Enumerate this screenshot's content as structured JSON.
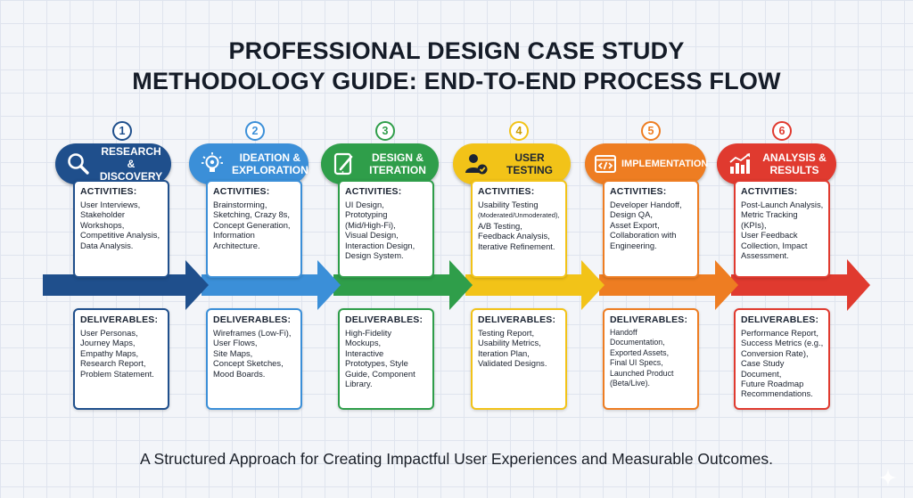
{
  "title": {
    "line1": "PROFESSIONAL DESIGN CASE STUDY",
    "line2": "METHODOLOGY GUIDE: END-TO-END PROCESS FLOW"
  },
  "subtitle": "A Structured Approach for Creating Impactful User Experiences and Measurable Outcomes.",
  "steps": [
    {
      "number": "1",
      "label": "RESEARCH &\nDISCOVERY",
      "icon": "magnifier-icon",
      "color": "#1f4f8c",
      "activities_heading": "ACTIVITIES:",
      "activities": "User Interviews,\nStakeholder Workshops,\nCompetitive Analysis,\nData Analysis.",
      "deliverables_heading": "DELIVERABLES:",
      "deliverables": "User Personas,\nJourney Maps,\nEmpathy Maps,\nResearch Report,\nProblem Statement."
    },
    {
      "number": "2",
      "label": "IDEATION &\nEXPLORATION",
      "icon": "lightbulb-gear-icon",
      "color": "#3b8fd8",
      "activities_heading": "ACTIVITIES:",
      "activities": "Brainstorming,\nSketching, Crazy 8s,\nConcept Generation,\nInformation\nArchitecture.",
      "deliverables_heading": "DELIVERABLES:",
      "deliverables": "Wireframes (Low-Fi),\nUser Flows,\nSite Maps,\nConcept Sketches,\nMood Boards."
    },
    {
      "number": "3",
      "label": "DESIGN &\nITERATION",
      "icon": "tablet-pen-icon",
      "color": "#2f9e4a",
      "activities_heading": "ACTIVITIES:",
      "activities": "UI Design, Prototyping\n(Mid/High-Fi),\nVisual Design,\nInteraction Design,\nDesign System.",
      "deliverables_heading": "DELIVERABLES:",
      "deliverables": "High-Fidelity Mockups,\nInteractive\nPrototypes, Style\nGuide, Component\nLibrary."
    },
    {
      "number": "4",
      "label": "USER\nTESTING",
      "icon": "user-check-icon",
      "color": "#f2c318",
      "activities_heading": "ACTIVITIES:",
      "activities_line1": "Usability Testing",
      "activities_small": "(Moderated/Unmoderated),",
      "activities": "A/B Testing,\nFeedback Analysis,\nIterative Refinement.",
      "deliverables_heading": "DELIVERABLES:",
      "deliverables": "Testing Report,\nUsability Metrics,\nIteration Plan,\nValidated Designs."
    },
    {
      "number": "5",
      "label": "IMPLEMENTATION",
      "icon": "code-window-icon",
      "color": "#ee7d22",
      "activities_heading": "ACTIVITIES:",
      "activities": "Developer Handoff,\nDesign QA,\nAsset Export,\nCollaboration with\nEngineering.",
      "deliverables_heading": "DELIVERABLES:",
      "deliverables": "Handoff Documentation,\nExported Assets,\nFinal UI Specs,\nLaunched Product\n(Beta/Live)."
    },
    {
      "number": "6",
      "label": "ANALYSIS &\nRESULTS",
      "icon": "bar-chart-icon",
      "color": "#e03a2f",
      "activities_heading": "ACTIVITIES:",
      "activities": "Post-Launch Analysis,\nMetric Tracking (KPIs),\nUser Feedback\nCollection, Impact\nAssessment.",
      "deliverables_heading": "DELIVERABLES:",
      "deliverables": "Performance Report,\nSuccess Metrics (e.g.,\nConversion Rate),\nCase Study Document,\nFuture Roadmap\nRecommendations."
    }
  ]
}
